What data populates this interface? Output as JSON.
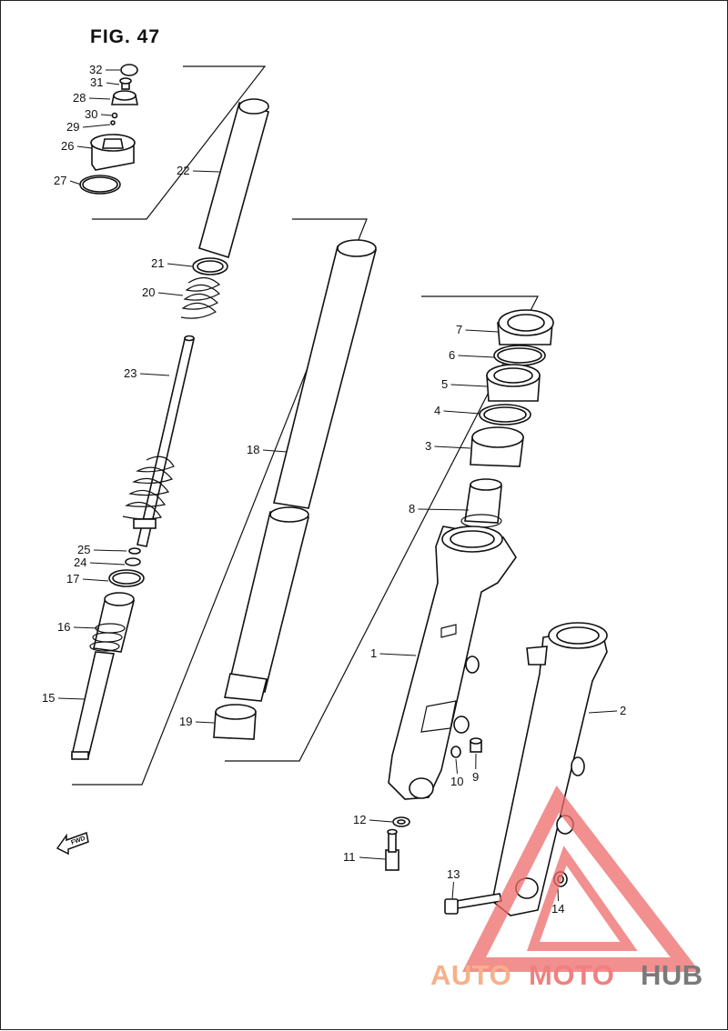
{
  "figure": {
    "title": "FIG. 47"
  },
  "fwd_label": "FWD",
  "watermark": {
    "brand_a": "AUTO",
    "brand_b": "MOTO",
    "brand_c": "HUB",
    "color_a": "#f7b08a",
    "color_b": "#f08080",
    "color_c": "#7a7a7a"
  },
  "callouts": [
    {
      "id": "32",
      "label": "32"
    },
    {
      "id": "31",
      "label": "31"
    },
    {
      "id": "28",
      "label": "28"
    },
    {
      "id": "30",
      "label": "30"
    },
    {
      "id": "29",
      "label": "29"
    },
    {
      "id": "26",
      "label": "26"
    },
    {
      "id": "27",
      "label": "27"
    },
    {
      "id": "22",
      "label": "22"
    },
    {
      "id": "21",
      "label": "21"
    },
    {
      "id": "20",
      "label": "20"
    },
    {
      "id": "23",
      "label": "23"
    },
    {
      "id": "18",
      "label": "18"
    },
    {
      "id": "25",
      "label": "25"
    },
    {
      "id": "24",
      "label": "24"
    },
    {
      "id": "17",
      "label": "17"
    },
    {
      "id": "16",
      "label": "16"
    },
    {
      "id": "15",
      "label": "15"
    },
    {
      "id": "19",
      "label": "19"
    },
    {
      "id": "7",
      "label": "7"
    },
    {
      "id": "6",
      "label": "6"
    },
    {
      "id": "5",
      "label": "5"
    },
    {
      "id": "4",
      "label": "4"
    },
    {
      "id": "3",
      "label": "3"
    },
    {
      "id": "8",
      "label": "8"
    },
    {
      "id": "1",
      "label": "1"
    },
    {
      "id": "2",
      "label": "2"
    },
    {
      "id": "10",
      "label": "10"
    },
    {
      "id": "9",
      "label": "9"
    },
    {
      "id": "12",
      "label": "12"
    },
    {
      "id": "11",
      "label": "11"
    },
    {
      "id": "13",
      "label": "13"
    },
    {
      "id": "14",
      "label": "14"
    }
  ]
}
